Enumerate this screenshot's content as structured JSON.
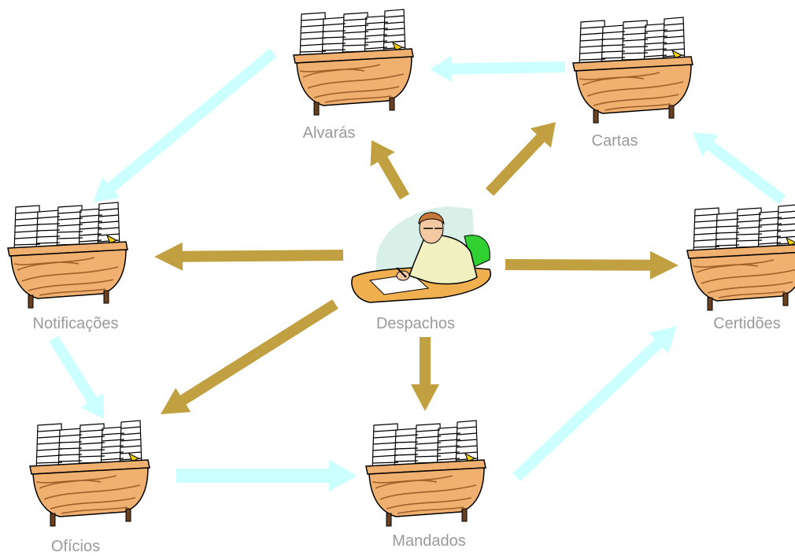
{
  "colors": {
    "flow_arrow": "#c0a040",
    "cycle_arrow": "#ccffff",
    "label": "#9a9a9a",
    "desk_wood": "#f0b070",
    "desk_grain": "#a0602a",
    "paper": "#ffffff"
  },
  "icons": {
    "desk": "paper-stack-desk-icon",
    "clerk": "clerk-writing-icon"
  },
  "nodes": {
    "alvaras": "Alvarás",
    "cartas": "Cartas",
    "notificacoes": "Notificações",
    "despachos": "Despachos",
    "certidoes": "Certidões",
    "oficios": "Ofícios",
    "mandados": "Mandados"
  }
}
